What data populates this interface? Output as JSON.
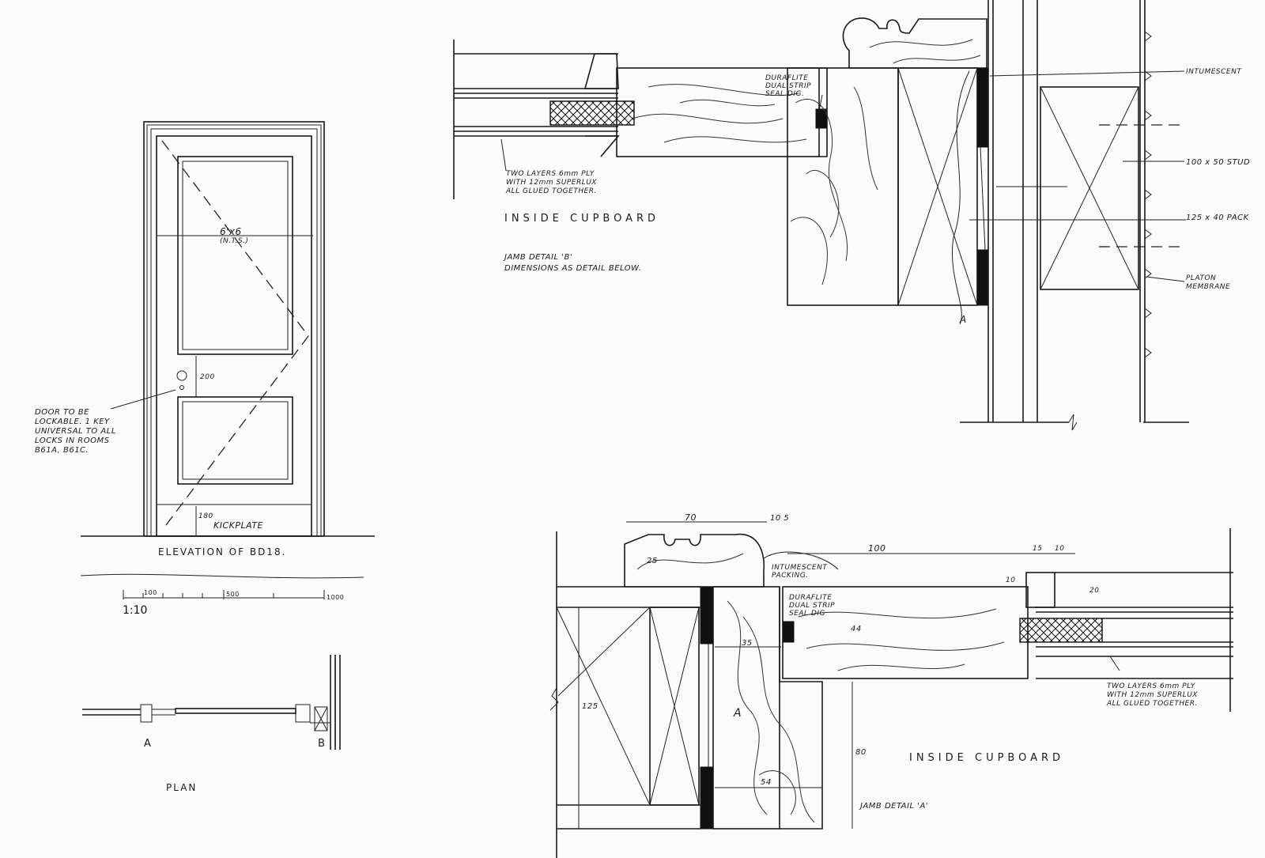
{
  "elevation": {
    "title": "ELEVATION OF BD18.",
    "size_note_1": "6'x6",
    "size_note_2": "(N.T.S.)",
    "dim_200": "200",
    "dim_180": "180",
    "kickplate": "KICKPLATE",
    "door_note": [
      "DOOR TO BE",
      "LOCKABLE. 1 KEY",
      "UNIVERSAL TO ALL",
      "LOCKS IN ROOMS",
      "B61A, B61C."
    ]
  },
  "scale_bar": {
    "ratio": "1:10",
    "ticks": [
      "100",
      "500",
      "1000"
    ]
  },
  "plan": {
    "title": "PLAN",
    "mark_a": "A",
    "mark_b": "B"
  },
  "detail_b": {
    "title": "INSIDE CUPBOARD",
    "ply_note": [
      "TWO LAYERS 6mm PLY",
      "WITH 12mm SUPERLUX",
      "ALL GLUED TOGETHER."
    ],
    "seal_note": [
      "DURAFLITE",
      "DUAL STRIP",
      "SEAL DIG."
    ],
    "jamb_note": [
      "JAMB DETAIL 'B'",
      "DIMENSIONS AS DETAIL BELOW."
    ],
    "intumescent": "INTUMESCENT",
    "stud": "100 x 50 STUD",
    "packing": "125 x 40 PACK",
    "membrane": [
      "PLATON",
      "MEMBRANE"
    ],
    "mark_a": "A"
  },
  "detail_a": {
    "title": "INSIDE CUPBOARD",
    "dim_70": "70",
    "dim_10_5": "10 5",
    "dim_100": "100",
    "dim_15": "15",
    "dim_10": "10",
    "dim_25": "25",
    "dim_10b": "10",
    "dim_20": "20",
    "dim_44": "44",
    "dim_35": "35",
    "dim_125": "125",
    "dim_54": "54",
    "dim_80": "80",
    "intumescent": [
      "INTUMESCENT",
      "PACKING."
    ],
    "seal_note": [
      "DURAFLITE",
      "DUAL STRIP",
      "SEAL DIG"
    ],
    "ply_note": [
      "TWO LAYERS 6mm PLY",
      "WITH 12mm SUPERLUX",
      "ALL GLUED TOGETHER."
    ],
    "jamb_note": "JAMB DETAIL 'A'",
    "mark_a": "A"
  }
}
